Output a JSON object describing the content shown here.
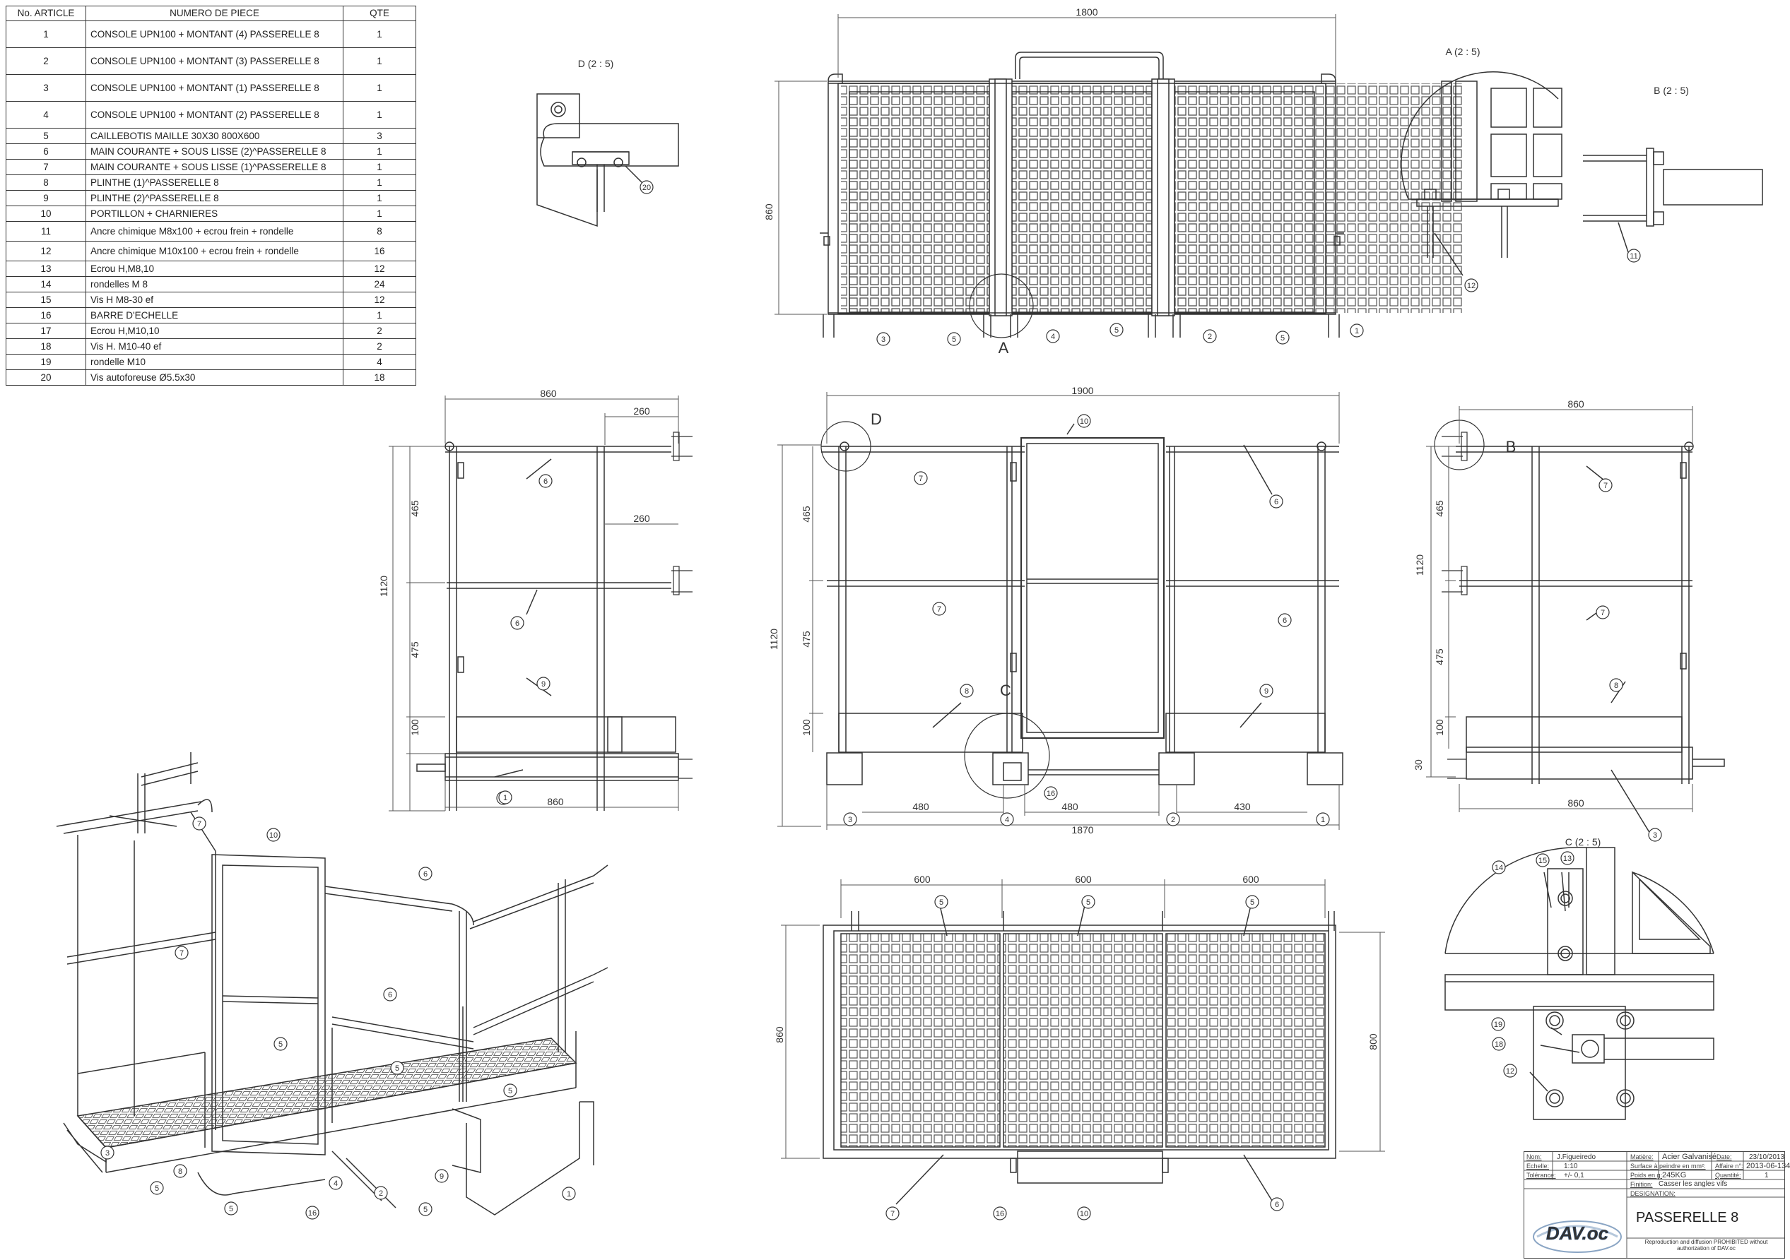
{
  "bom": {
    "headers": [
      "No. ARTICLE",
      "NUMERO DE PIECE",
      "QTE"
    ],
    "rows": [
      [
        "1",
        "CONSOLE UPN100 + MONTANT (4) PASSERELLE 8",
        "1"
      ],
      [
        "2",
        "CONSOLE UPN100 + MONTANT (3) PASSERELLE 8",
        "1"
      ],
      [
        "3",
        "CONSOLE UPN100 + MONTANT (1) PASSERELLE 8",
        "1"
      ],
      [
        "4",
        "CONSOLE UPN100 + MONTANT (2) PASSERELLE 8",
        "1"
      ],
      [
        "5",
        "CAILLEBOTIS MAILLE 30X30 800X600",
        "3"
      ],
      [
        "6",
        "MAIN COURANTE + SOUS LISSE (2)^PASSERELLE 8",
        "1"
      ],
      [
        "7",
        "MAIN COURANTE + SOUS LISSE (1)^PASSERELLE 8",
        "1"
      ],
      [
        "8",
        "PLINTHE (1)^PASSERELLE 8",
        "1"
      ],
      [
        "9",
        "PLINTHE (2)^PASSERELLE 8",
        "1"
      ],
      [
        "10",
        "PORTILLON + CHARNIERES",
        "1"
      ],
      [
        "11",
        "Ancre chimique M8x100 + ecrou frein + rondelle",
        "8"
      ],
      [
        "12",
        "Ancre chimique M10x100 + ecrou frein + rondelle",
        "16"
      ],
      [
        "13",
        "Ecrou H,M8,10",
        "12"
      ],
      [
        "14",
        "rondelles M 8",
        "24"
      ],
      [
        "15",
        "Vis H M8-30 ef",
        "12"
      ],
      [
        "16",
        "BARRE D'ECHELLE",
        "1"
      ],
      [
        "17",
        "Ecrou H,M10,10",
        "2"
      ],
      [
        "18",
        "Vis H. M10-40 ef",
        "2"
      ],
      [
        "19",
        "rondelle M10",
        "4"
      ],
      [
        "20",
        "Vis autoforeuse Ø5.5x30",
        "18"
      ]
    ]
  },
  "views": {
    "detail_d": "D  (2 : 5)",
    "detail_a": "A  (2 : 5)",
    "detail_b": "B  (2 : 5)",
    "detail_c": "C  (2 : 5)",
    "letter_a": "A",
    "letter_b": "B",
    "letter_c": "C",
    "letter_d": "D"
  },
  "dims": {
    "top_width": "1800",
    "top_height": "860",
    "side_left_width": "860",
    "side_left_260a": "260",
    "side_left_260b": "260",
    "side_left_1120": "1120",
    "side_left_465": "465",
    "side_left_475": "475",
    "side_left_100": "100",
    "side_left_bottom": "860",
    "front_width": "1900",
    "front_1120": "1120",
    "front_465": "465",
    "front_475": "475",
    "front_100": "100",
    "front_480a": "480",
    "front_480b": "480",
    "front_430": "430",
    "front_1870": "1870",
    "side_right_width": "860",
    "side_right_1120": "1120",
    "side_right_465": "465",
    "side_right_475": "475",
    "side_right_100": "100",
    "side_right_30": "30",
    "side_right_bottom": "860",
    "plan_600a": "600",
    "plan_600b": "600",
    "plan_600c": "600",
    "plan_860": "860",
    "plan_800": "800"
  },
  "title_block": {
    "nom_label": "Nom:",
    "nom": "J.Figueiredo",
    "matiere_label": "Matière:",
    "matiere": "Acier Galvanisé",
    "date_label": "Date:",
    "date": "23/10/2013",
    "echelle_label": "Echelle:",
    "echelle": "1:10",
    "surface_label": "Surface à peindre en mm²:",
    "affaire_label": "Affaire n°:",
    "affaire": "2013-06-134",
    "tolerance_label": "Tolérance:",
    "tolerance": "+/- 0,1",
    "poids_label": "Poids en g:",
    "poids": "245KG",
    "quantite_label": "Quantité:",
    "quantite": "1",
    "finition_label": "Finition:",
    "finition": "Casser les angles vifs",
    "designation_label": "DESIGNATION:",
    "designation": "PASSERELLE 8",
    "copyright": "Reproduction and diffusion PROHIBITED without authorization of DAV.oc",
    "logo_text": "DAV.oc"
  },
  "colors": {
    "line": "#333333",
    "grid": "#555555",
    "logo": "#4a6f9a"
  }
}
